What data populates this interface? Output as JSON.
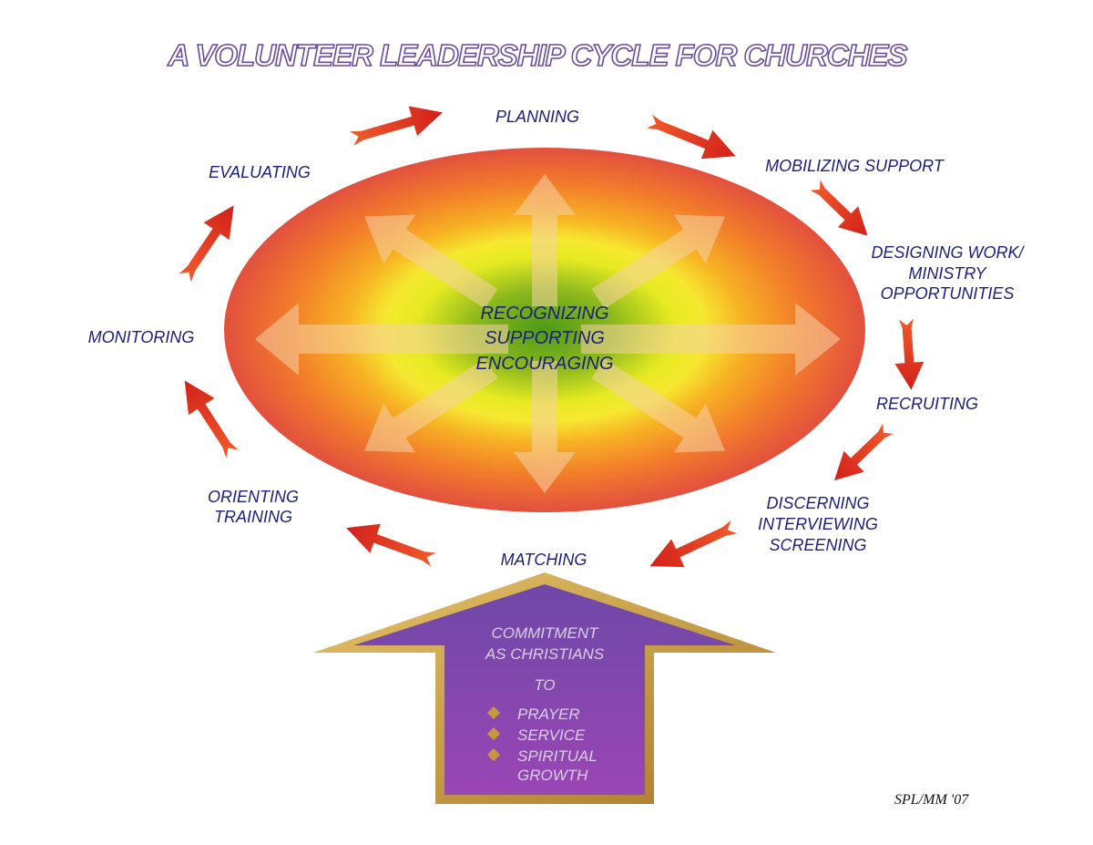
{
  "title": "A VOLUNTEER LEADERSHIP CYCLE FOR CHURCHES",
  "center": [
    "RECOGNIZING",
    "SUPPORTING",
    "ENCOURAGING"
  ],
  "stages": {
    "planning": [
      "PLANNING"
    ],
    "mobilizing": [
      "MOBILIZING SUPPORT"
    ],
    "designing": [
      "DESIGNING WORK/",
      "MINISTRY",
      "OPPORTUNITIES"
    ],
    "recruiting": [
      "RECRUITING"
    ],
    "discerning": [
      "DISCERNING",
      "INTERVIEWING",
      "SCREENING"
    ],
    "matching": [
      "MATCHING"
    ],
    "orienting": [
      "ORIENTING",
      "TRAINING"
    ],
    "monitoring": [
      "MONITORING"
    ],
    "evaluating": [
      "EVALUATING"
    ]
  },
  "commitment": {
    "heading": [
      "COMMITMENT",
      "AS CHRISTIANS"
    ],
    "to": "TO",
    "items": [
      "PRAYER",
      "SERVICE",
      "SPIRITUAL"
    ],
    "items_cont": "GROWTH"
  },
  "signature": "SPL/MM '07",
  "colors": {
    "title_outline": "#6a4a9a",
    "text": "#1c1f78",
    "cycle_arrow": "#e8341c",
    "ellipse_outer": "#e85a3a",
    "ellipse_mid": "#f5e62a",
    "ellipse_core": "#6aa81c",
    "commit_fill": "#8a4aa8",
    "commit_border": "#c8a040",
    "bullet": "#c8963c"
  }
}
